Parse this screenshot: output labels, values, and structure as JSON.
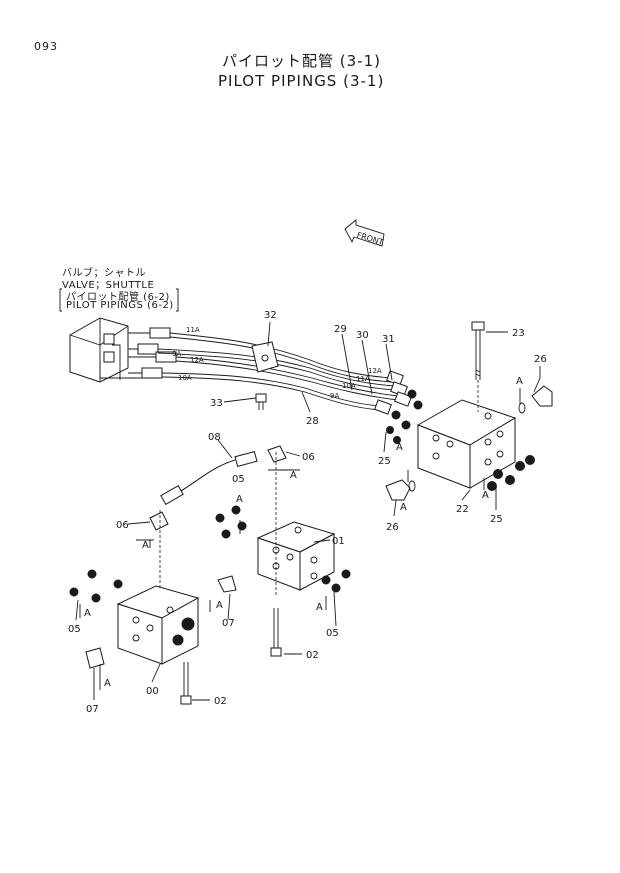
{
  "page_number": "093",
  "title": {
    "jp": "パイロット配管 (3-1)",
    "en": "PILOT PIPINGS (3-1)"
  },
  "front_arrow": "FRONT",
  "note": {
    "line1": "バルブ；シャトル",
    "line2": "VALVE；SHUTTLE",
    "line3": "パイロット配管 (6-2)",
    "line4": "PILOT PIPINGS (6-2)"
  },
  "hose_sizes": {
    "h11a_left": "11A",
    "h9a_left": "9A",
    "h12a_left": "12A",
    "h10a_left": "10A",
    "h12a_right": "12A",
    "h11a_right": "11A",
    "h10a_right": "10A",
    "h9a_right": "9A"
  },
  "callouts": {
    "c32": "32",
    "c29": "29",
    "c30": "30",
    "c31": "31",
    "c23": "23",
    "c26_top": "26",
    "c33": "33",
    "c28": "28",
    "c25_left": "25",
    "c22": "22",
    "c25_right": "25",
    "c26_bottom": "26",
    "c08": "08",
    "c06_right": "06",
    "c05_top": "05",
    "c06_left": "06",
    "c01": "01",
    "c05_left": "05",
    "c07_right": "07",
    "c05_right": "05",
    "c02_mid": "02",
    "c07_left": "07",
    "c00": "00",
    "c02_bottom": "02"
  },
  "ref_letter": "A"
}
